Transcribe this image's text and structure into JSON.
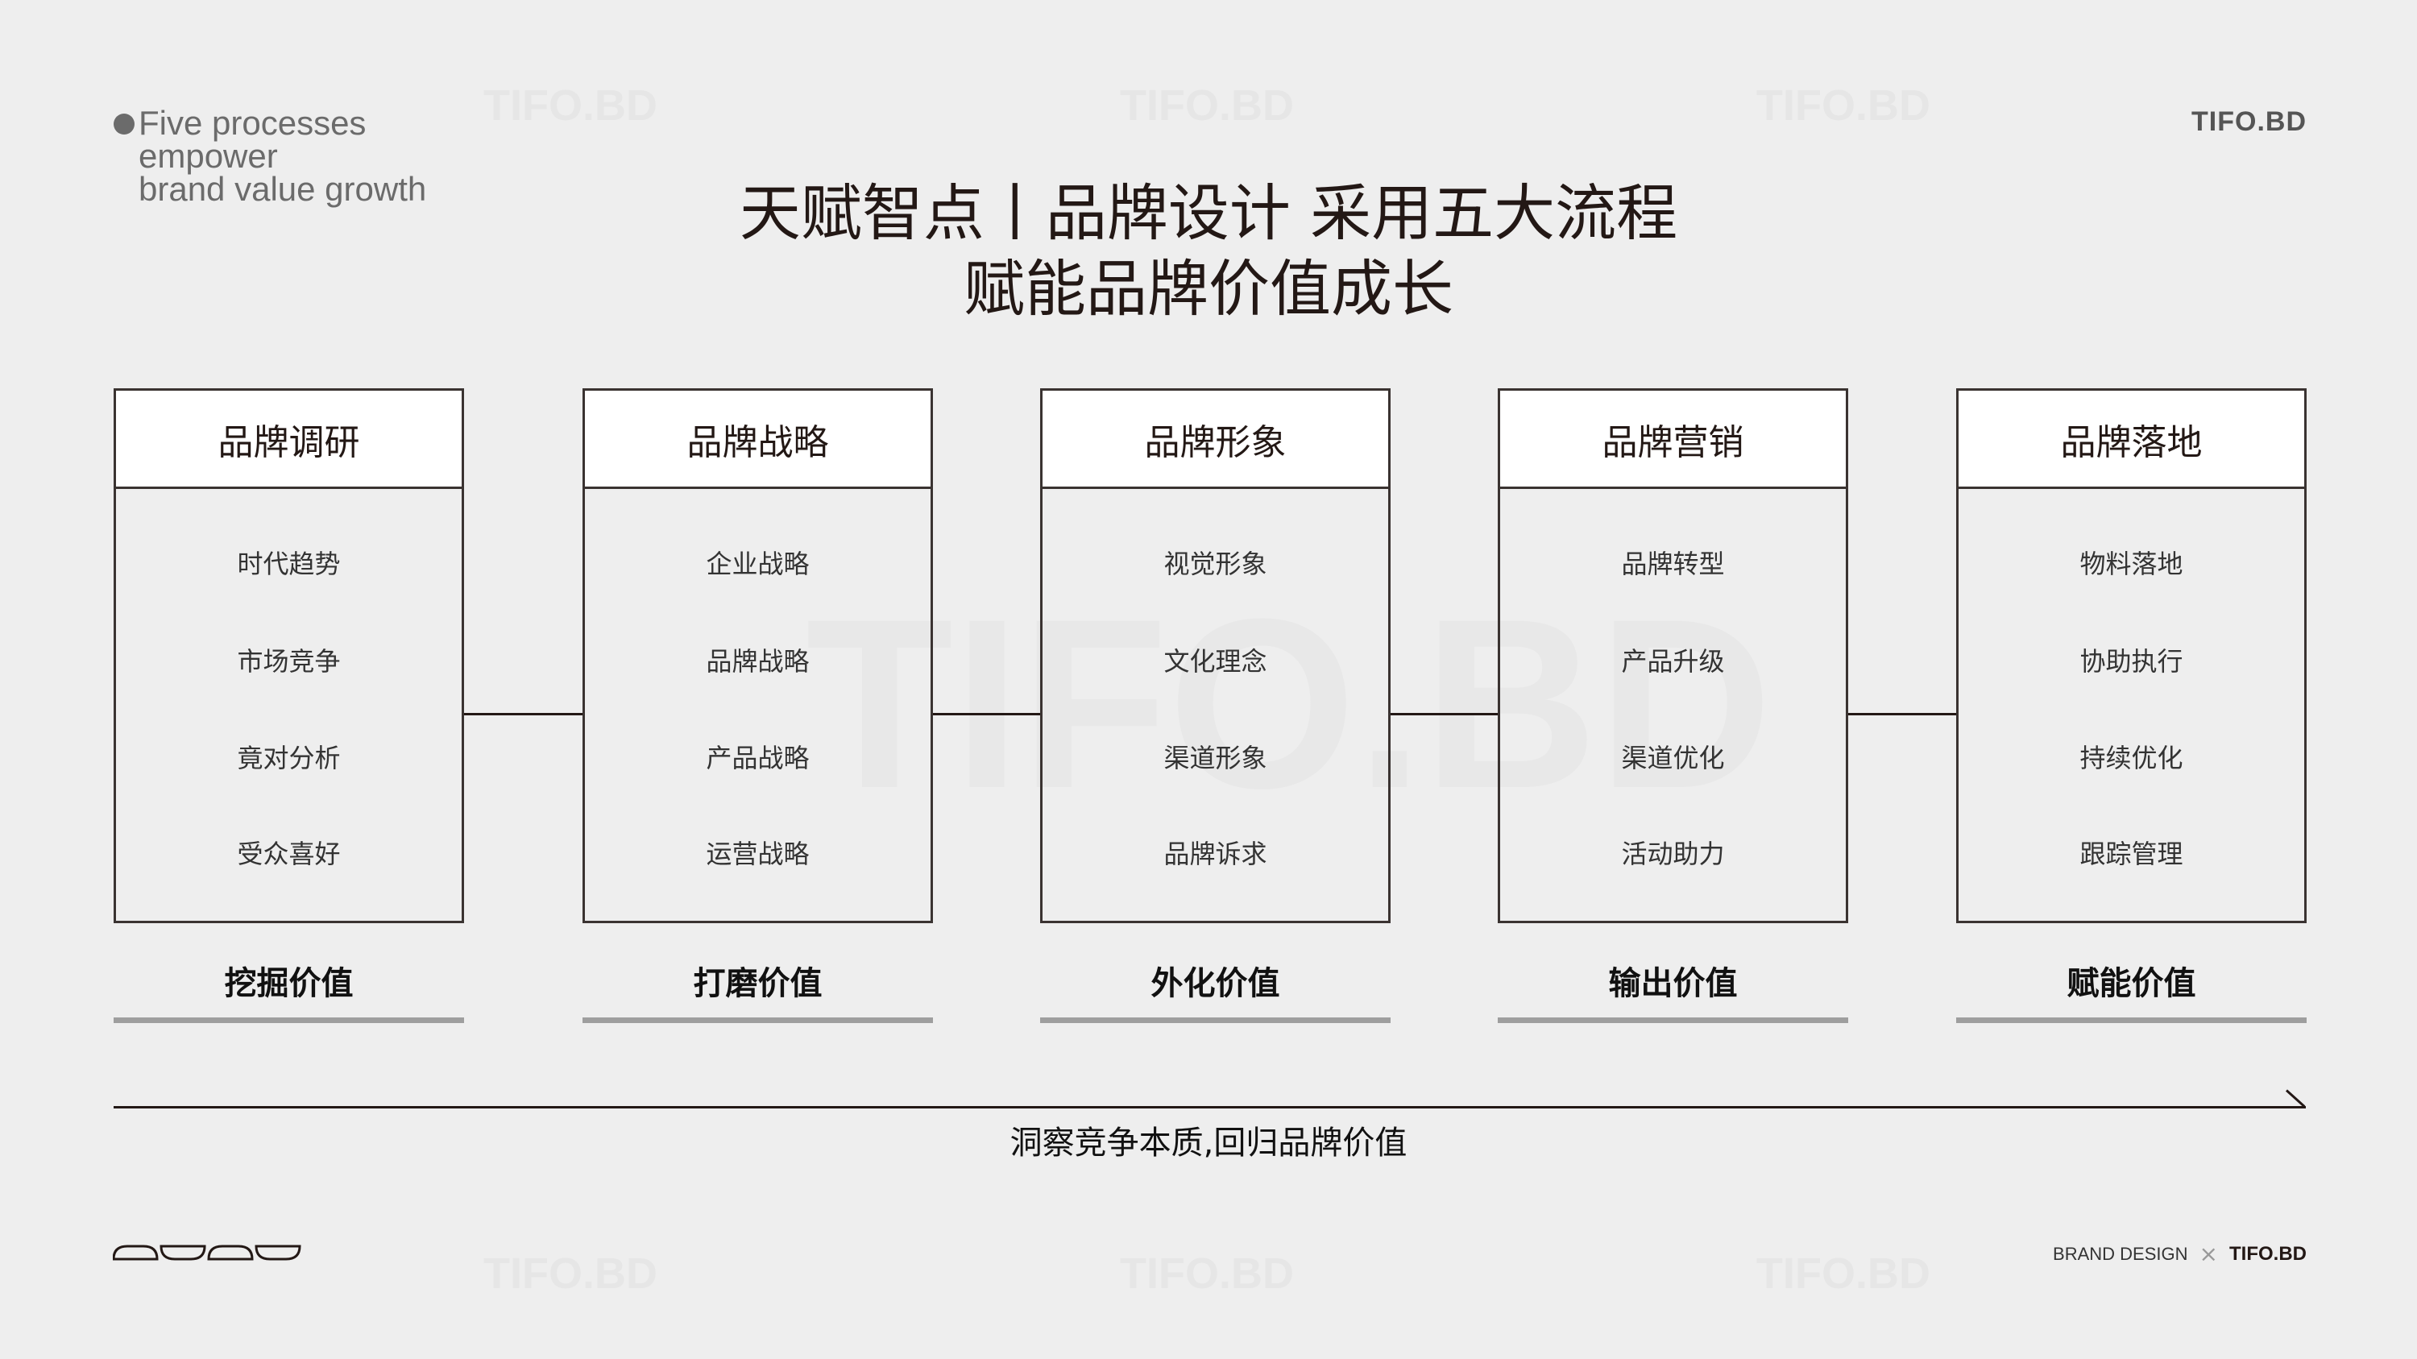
{
  "tagline": [
    "Five processes",
    "empower",
    "brand value growth"
  ],
  "logo": "TIFO.BD",
  "title": [
    "天赋智点丨品牌设计  采用五大流程",
    "赋能品牌价值成长"
  ],
  "stages": [
    {
      "header": "品牌调研",
      "items": [
        "时代趋势",
        "市场竞争",
        "竟对分析",
        "受众喜好"
      ],
      "value": "挖掘价值"
    },
    {
      "header": "品牌战略",
      "items": [
        "企业战略",
        "品牌战略",
        "产品战略",
        "运营战略"
      ],
      "value": "打磨价值"
    },
    {
      "header": "品牌形象",
      "items": [
        "视觉形象",
        "文化理念",
        "渠道形象",
        "品牌诉求"
      ],
      "value": "外化价值"
    },
    {
      "header": "品牌营销",
      "items": [
        "品牌转型",
        "产品升级",
        "渠道优化",
        "活动助力"
      ],
      "value": "输出价值"
    },
    {
      "header": "品牌落地",
      "items": [
        "物料落地",
        "协助执行",
        "持续优化",
        "跟踪管理"
      ],
      "value": "赋能价值"
    }
  ],
  "caption": "洞察竞争本质,回归品牌价值",
  "footer": {
    "brand_design": "BRAND DESIGN",
    "times": "×",
    "logo": "TIFO.BD"
  },
  "watermark": "TIFO.BD"
}
